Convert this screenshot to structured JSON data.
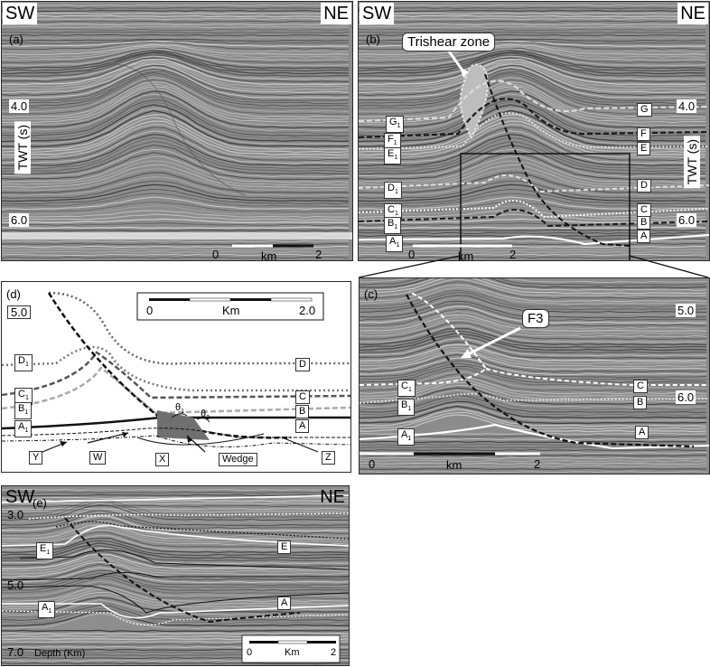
{
  "panel_a": {
    "label": "(a)",
    "sw": "SW",
    "ne": "NE",
    "depth_top": "4.0",
    "depth_bottom": "6.0",
    "axis": "TWT (s)",
    "scale": {
      "start": "0",
      "unit": "km",
      "end": "2"
    }
  },
  "panel_b": {
    "label": "(b)",
    "sw": "SW",
    "ne": "NE",
    "trishear": "Trishear zone",
    "depth_top": "4.0",
    "depth_bottom": "6.0",
    "axis": "TWT (s)",
    "left_horizons": [
      "G1",
      "F1",
      "E1",
      "D1",
      "C1",
      "B1",
      "A1"
    ],
    "right_horizons": [
      "G",
      "F",
      "E",
      "D",
      "C",
      "B",
      "A"
    ],
    "scale": {
      "start": "0",
      "unit": "km",
      "end": "2"
    }
  },
  "panel_c": {
    "label": "(c)",
    "fault": "F3",
    "depth_top": "5.0",
    "depth_bottom": "6.0",
    "left_horizons": [
      "C1",
      "B1",
      "A1"
    ],
    "right_horizons": [
      "C",
      "B",
      "A"
    ],
    "scale": {
      "start": "0",
      "unit": "km",
      "end": "2"
    }
  },
  "panel_d": {
    "label": "(d)",
    "depth": "5.0",
    "left_horizons": [
      "D1",
      "C1",
      "B1",
      "A1"
    ],
    "right_horizons": [
      "D",
      "C",
      "B",
      "A"
    ],
    "theta1": "θ1",
    "theta2": "θ2",
    "points": [
      "Y",
      "W",
      "X",
      "Wedge",
      "Z"
    ],
    "scale": {
      "start": "0",
      "unit": "Km",
      "end": "2.0"
    }
  },
  "panel_e": {
    "label": "(e)",
    "sw": "SW",
    "ne": "NE",
    "depth_top": "3.0",
    "depth_mid": "5.0",
    "depth_bottom": "7.0",
    "axis": "Depth (Km)",
    "left_horizons": [
      "E1",
      "A1"
    ],
    "right_horizons": [
      "E",
      "A"
    ],
    "scale": {
      "start": "0",
      "unit": "Km",
      "end": "2"
    }
  },
  "colors": {
    "seismic_gray": "#8f8f8f",
    "light_dashed": "#d8d8d8",
    "dark_dashed": "#1a1a1a"
  }
}
